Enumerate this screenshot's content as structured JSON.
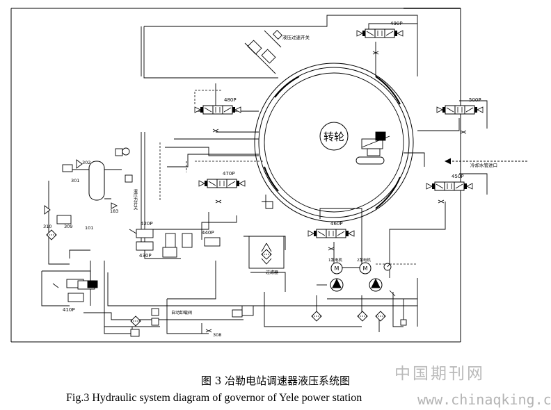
{
  "diagram": {
    "runner_label": "转轮",
    "valves": [
      "490P",
      "480P",
      "500P",
      "470P",
      "450P",
      "460P",
      "420P",
      "430P",
      "440P",
      "410P"
    ],
    "components": {
      "acc_top_left": "302",
      "acc_left": "301",
      "c310": "310",
      "c309": "309",
      "c101": "101",
      "c183": "183",
      "c308": "308"
    },
    "notes": {
      "top_switch": "液压过速开关",
      "mid_left_switch": "液压力开关",
      "cooling_water": "冷却水管进口",
      "filter": "过滤器",
      "pump1": "1泵电机",
      "pump2": "2泵电机",
      "unload": "自动卸载阀"
    }
  },
  "caption": {
    "cn": "图 3 冶勒电站调速器液压系统图",
    "en": "Fig.3 Hydraulic system diagram of governor of Yele power station"
  },
  "watermark": {
    "cn": "中国期刊网",
    "url": "www.chinaqking.com"
  }
}
